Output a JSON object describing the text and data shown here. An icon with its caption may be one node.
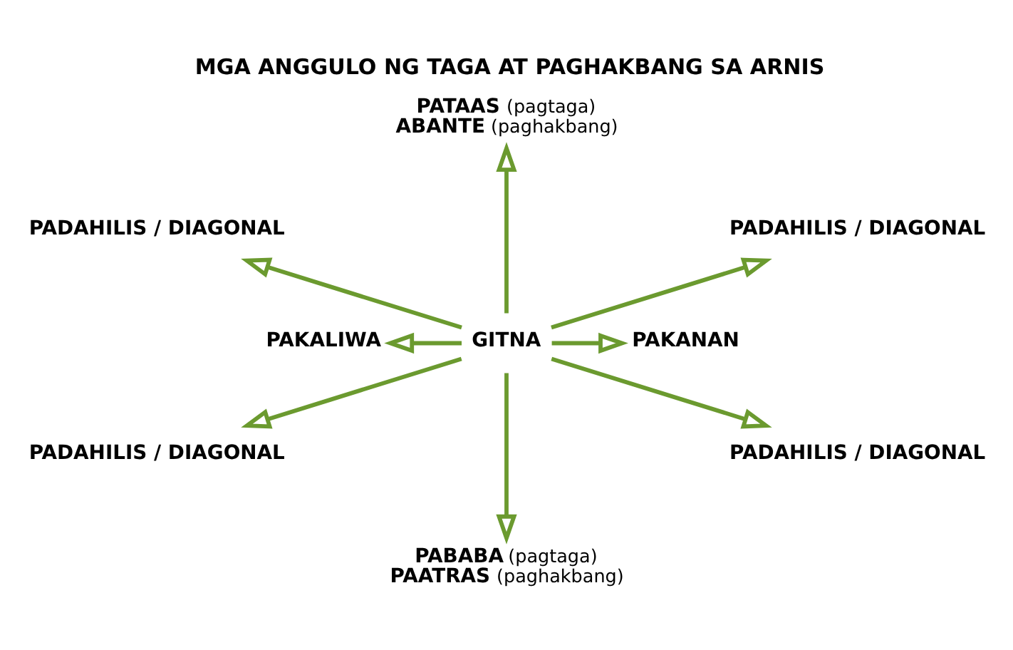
{
  "diagram": {
    "title": "MGA ANGGULO NG TAGA AT PAGHAKBANG SA ARNIS",
    "nodes": [
      {
        "text": [
          "**PATAAS** (pagtaga)",
          "**ABANTE** (paghakbang)"
        ]
      },
      {
        "text": [
          "PADAHILIS / DIAGONAL"
        ]
      },
      {
        "text": [
          "PADAHILIS / DIAGONAL"
        ]
      },
      {
        "text": [
          "PAKALIWA"
        ]
      },
      {
        "text": [
          "GITNA"
        ]
      },
      {
        "text": [
          "PAKANAN"
        ]
      },
      {
        "text": [
          "PADAHILIS / DIAGONAL"
        ]
      },
      {
        "text": [
          "PADAHILIS / DIAGONAL"
        ]
      },
      {
        "text": [
          "**PABABA** (pagtaga)",
          "**PAATRAS** (paghakbang)"
        ]
      }
    ],
    "edges": [
      {
        "from": 4,
        "to": 0,
        "arrow": "to"
      },
      {
        "from": 4,
        "to": 1,
        "arrow": "to"
      },
      {
        "from": 4,
        "to": 2,
        "arrow": "to"
      },
      {
        "from": 4,
        "to": 3,
        "arrow": "to"
      },
      {
        "from": 4,
        "to": 5,
        "arrow": "to"
      },
      {
        "from": 4,
        "to": 6,
        "arrow": "to"
      },
      {
        "from": 4,
        "to": 7,
        "arrow": "to"
      },
      {
        "from": 4,
        "to": 8,
        "arrow": "to"
      }
    ]
  }
}
